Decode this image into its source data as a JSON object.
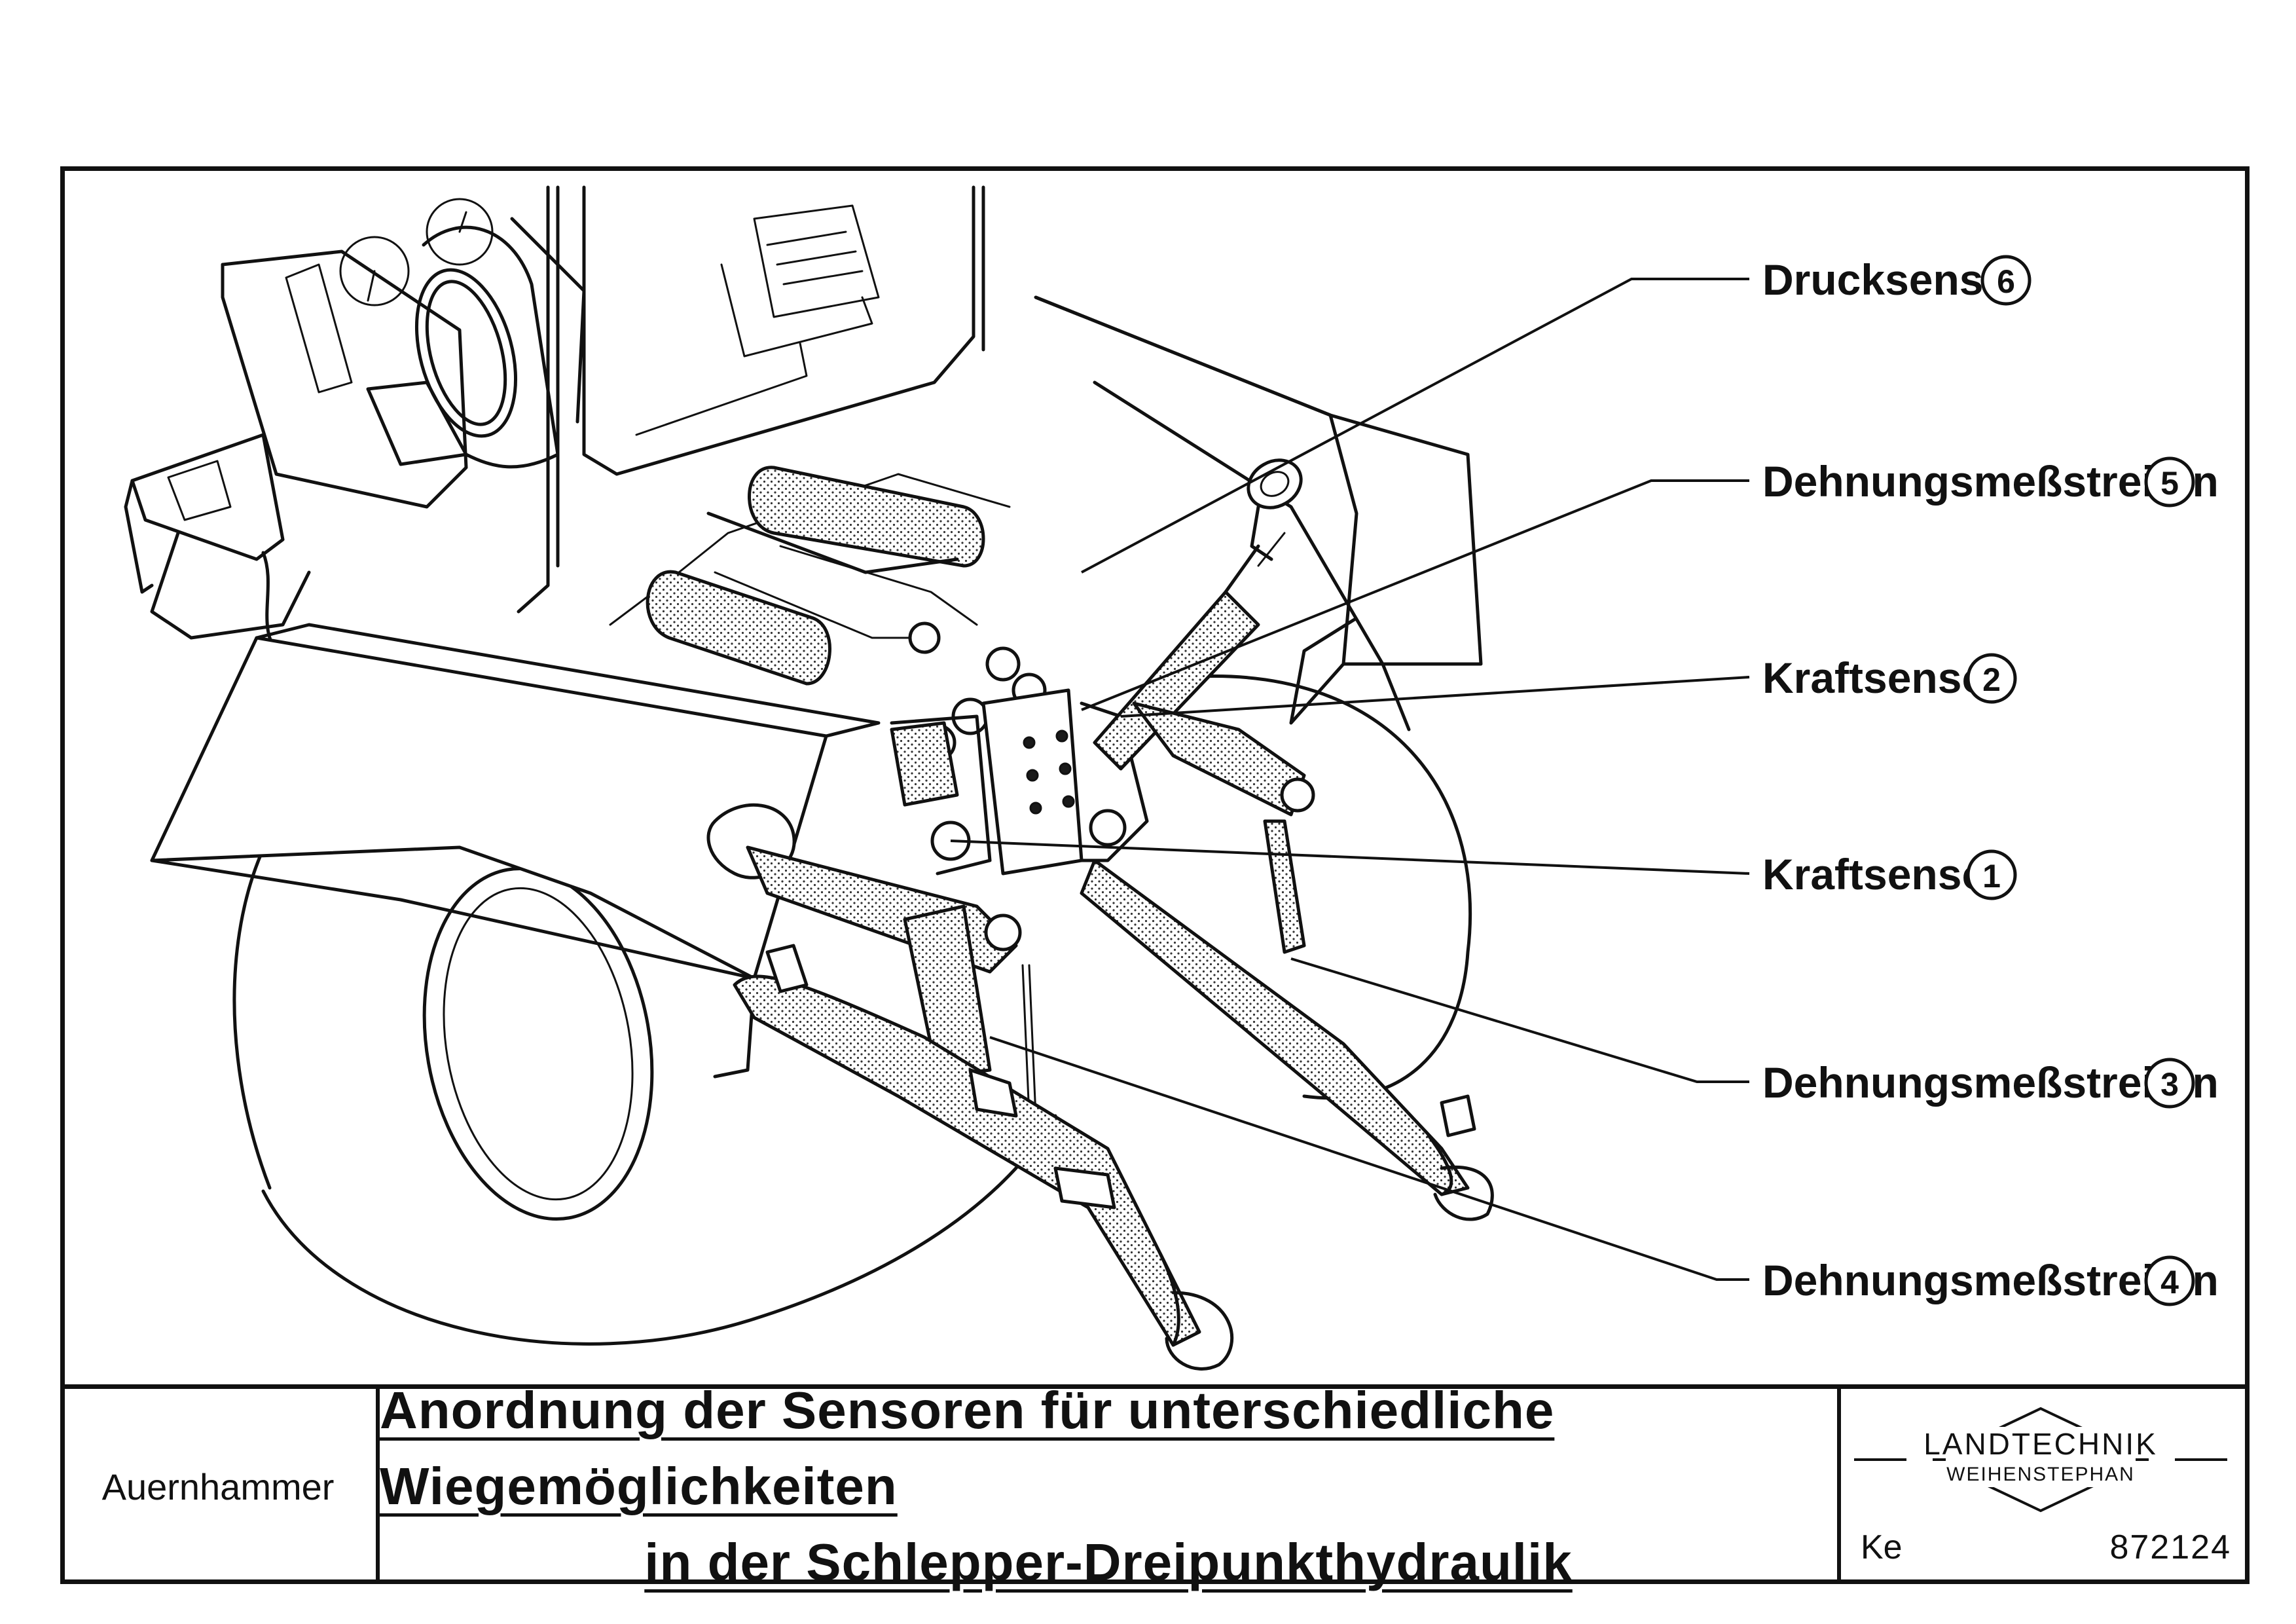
{
  "labels": [
    {
      "name": "Drucksensor",
      "number": "6"
    },
    {
      "name": "Dehnungsmeßstreifen",
      "number": "5"
    },
    {
      "name": "Kraftsensor",
      "number": "2"
    },
    {
      "name": "Kraftsensor",
      "number": "1"
    },
    {
      "name": "Dehnungsmeßstreifen",
      "number": "3"
    },
    {
      "name": "Dehnungsmeßstreifen",
      "number": "4"
    }
  ],
  "title_block": {
    "author": "Auernhammer",
    "title_line_1": "Anordnung der Sensoren für unterschiedliche Wiegemöglichkeiten",
    "title_line_2": "in der Schlepper-Dreipunkthydraulik",
    "logo_line_1": "LANDTECHNIK",
    "logo_line_2": "WEIHENSTEPHAN",
    "code": "Ke",
    "drawing_number": "872124"
  }
}
